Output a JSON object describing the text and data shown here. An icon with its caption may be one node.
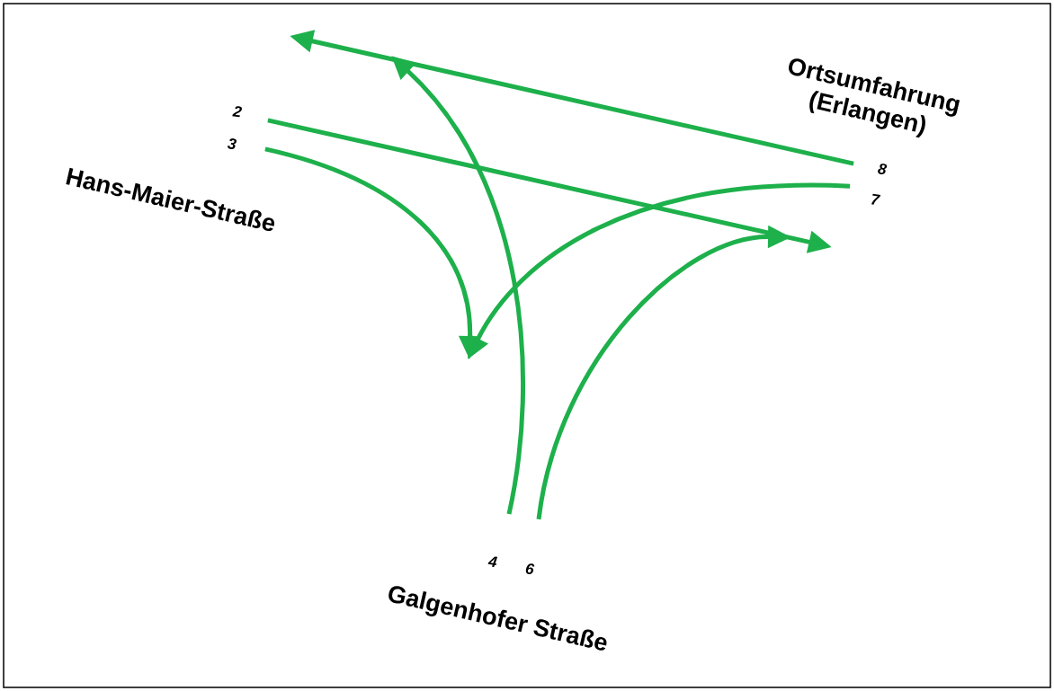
{
  "diagram": {
    "nodes": [
      {
        "text": [
          "2"
        ]
      },
      {
        "text": [
          "3"
        ]
      },
      {
        "text": [
          "4"
        ]
      },
      {
        "text": [
          "6"
        ]
      },
      {
        "text": [
          "8"
        ]
      },
      {
        "text": [
          "7"
        ]
      }
    ],
    "edges": [
      {
        "from": 0,
        "to": null,
        "arrow": "to"
      },
      {
        "from": 1,
        "to": null,
        "arrow": "to"
      },
      {
        "from": 2,
        "to": null,
        "arrow": "to"
      },
      {
        "from": 3,
        "to": null,
        "arrow": "to"
      },
      {
        "from": 4,
        "to": null,
        "arrow": "to"
      },
      {
        "from": 5,
        "to": null,
        "arrow": "to"
      }
    ],
    "labels": [
      "Hans-Maier-Straße",
      "Ortsumfahrung (Erlangen)",
      "Galgenhofer Straße"
    ]
  }
}
